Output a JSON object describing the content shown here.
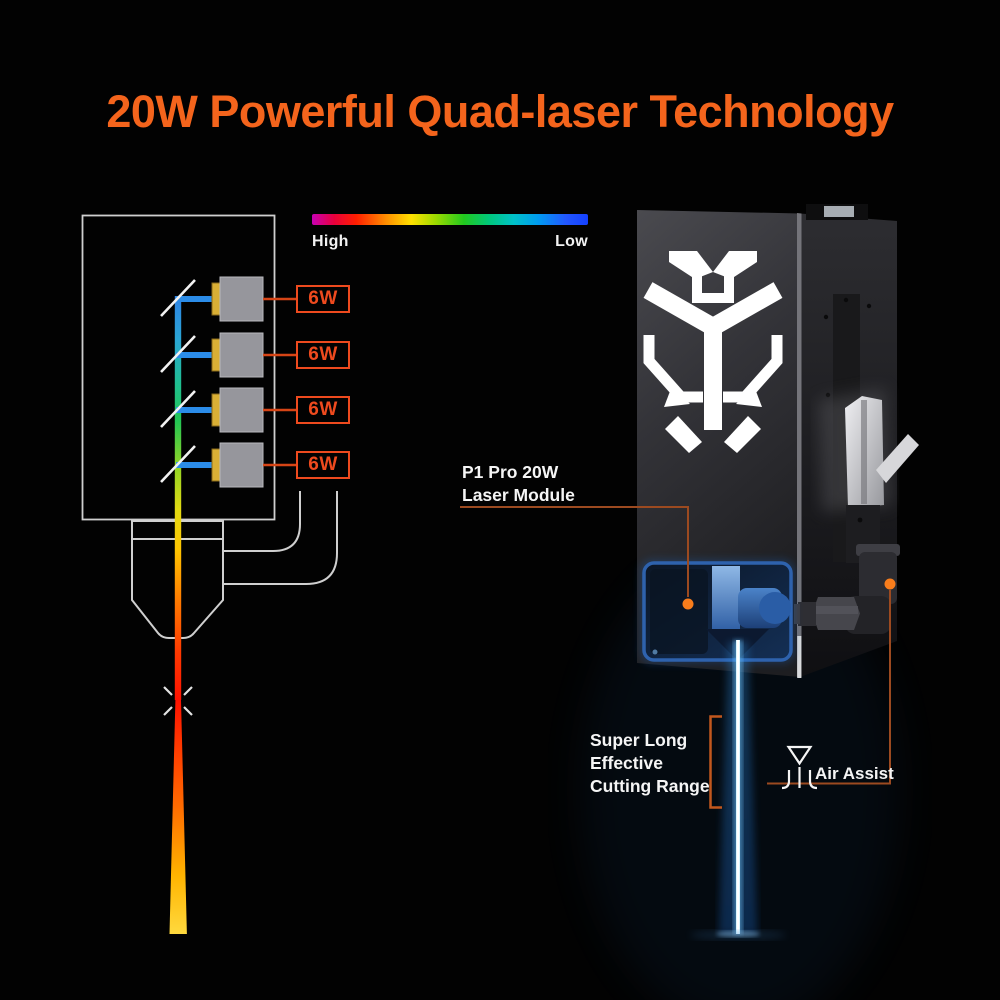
{
  "title": {
    "text": "20W Powerful Quad-laser Technology"
  },
  "spectrum": {
    "high": "High",
    "low": "Low",
    "description": "power spectrum from magenta-red (High) to blue (Low)"
  },
  "left_diagram": {
    "power_labels": [
      "6W",
      "6W",
      "6W",
      "6W"
    ],
    "elements": [
      "combiner-box",
      "laser-diode x4",
      "dichroic-mirror x4",
      "gradient-combined-beam",
      "focus-nozzle",
      "air-tube x2",
      "focus-cross-marker",
      "divergent-beam-cone"
    ]
  },
  "module": {
    "name_line1": "P1 Pro 20W",
    "name_line2": "Laser Module",
    "range_line1": "Super Long",
    "range_line2": "Effective",
    "range_line3": "Cutting Range",
    "air_assist_label": "Air Assist"
  },
  "icons": {
    "air_assist": "funnel-airflow-icon",
    "brand": "hexagonal-y-brand-logo",
    "focus": "focus-cross-marker",
    "callout": "orange-dot-marker"
  },
  "colors": {
    "title_orange": "#f4641c",
    "power_orange": "#ee4a1e",
    "callout_line": "#9c4a20",
    "bracket_orange": "#c2571d",
    "dot_orange": "#f87d1c",
    "beam_blue": "#2b8ce8",
    "window_blue": "#2e62ad",
    "background": "#020202"
  }
}
